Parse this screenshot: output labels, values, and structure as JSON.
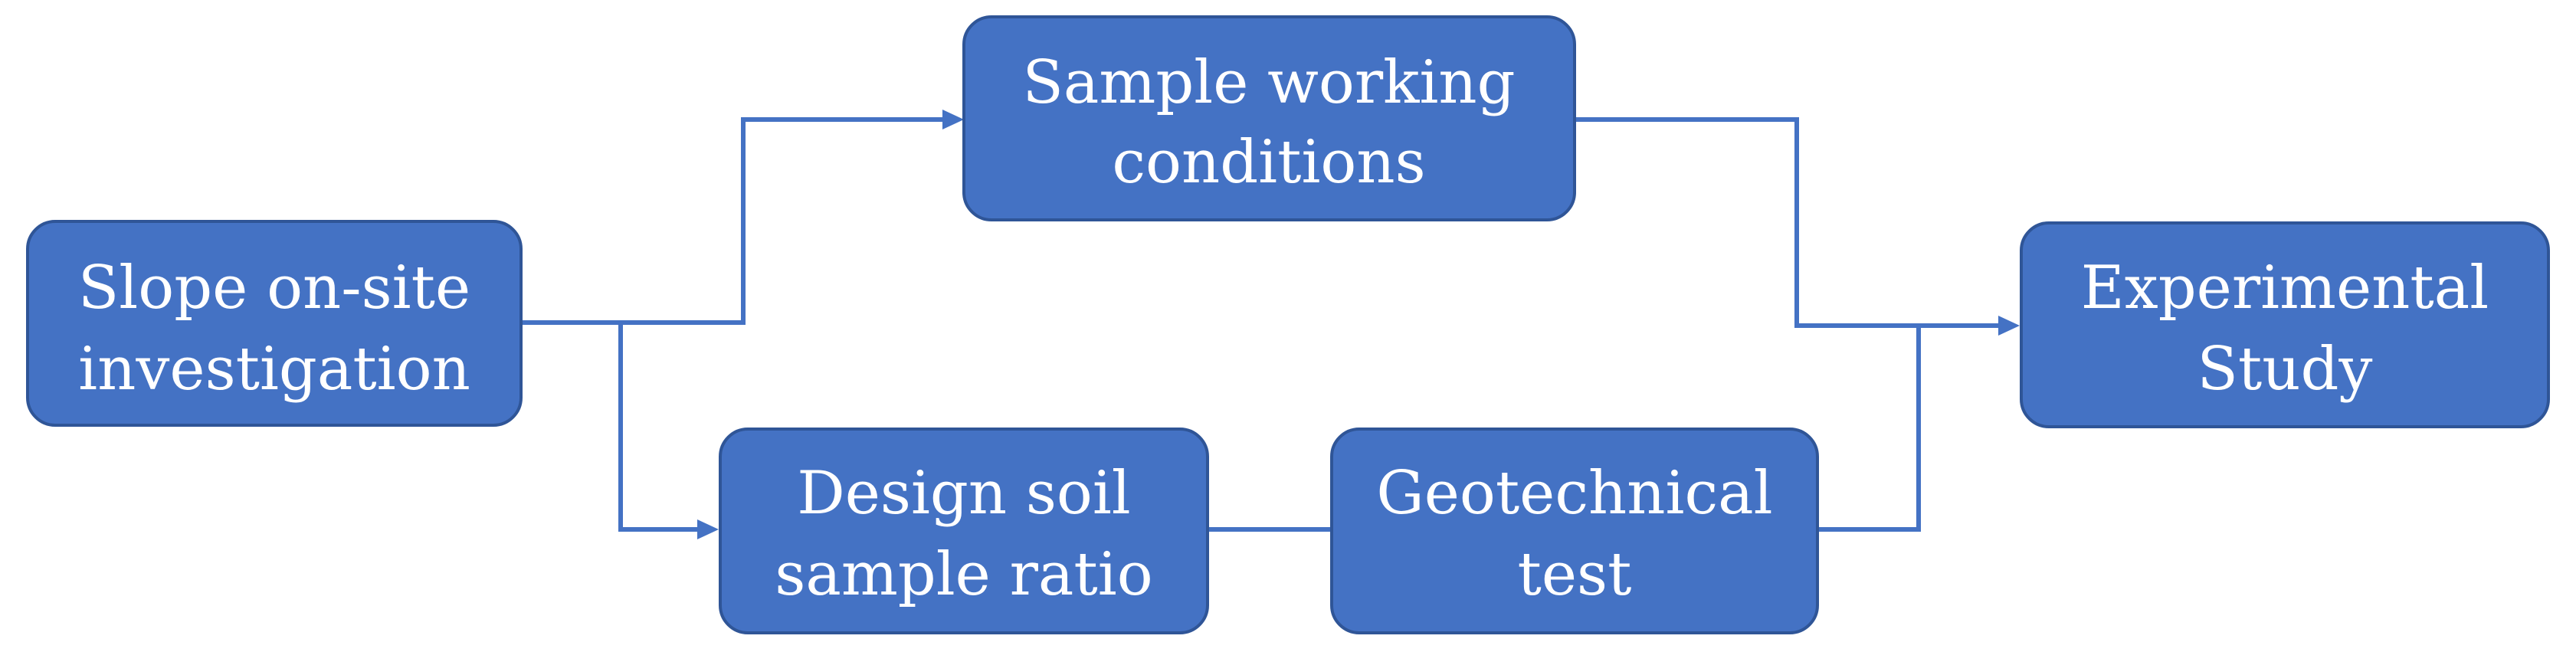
{
  "nodes": {
    "slope_investigation": {
      "lines": [
        "Slope on-site",
        "investigation"
      ]
    },
    "sample_working_conditions": {
      "lines": [
        "Sample working",
        "conditions"
      ]
    },
    "design_soil_sample_ratio": {
      "lines": [
        "Design soil",
        "sample ratio"
      ]
    },
    "geotechnical_test": {
      "lines": [
        "Geotechnical",
        "test"
      ]
    },
    "experimental_study": {
      "lines": [
        "Experimental",
        "Study"
      ]
    }
  },
  "colors": {
    "node_fill": "#4472c4",
    "node_border": "#2f5597",
    "connector": "#4472c4",
    "text": "#ffffff"
  }
}
